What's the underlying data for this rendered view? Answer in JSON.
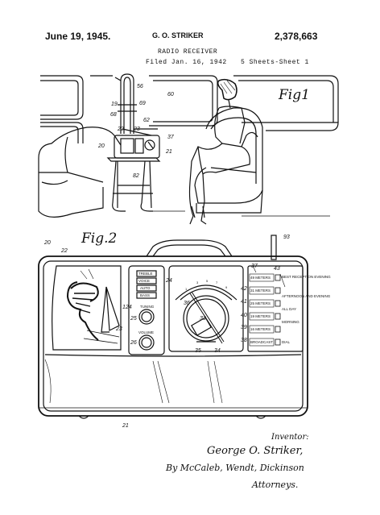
{
  "header": {
    "date": "June 19, 1945.",
    "inventor_name": "G. O. STRIKER",
    "patent_number": "2,378,663",
    "title": "RADIO RECEIVER",
    "filed": "Filed Jan. 16, 1942",
    "sheets": "5 Sheets-Sheet 1"
  },
  "figures": {
    "fig1_label": "Fig1",
    "fig2_label": "Fig.2"
  },
  "fig1_refs": [
    "56",
    "60",
    "19",
    "69",
    "68",
    "62",
    "22",
    "23",
    "37",
    "20",
    "21",
    "82"
  ],
  "fig2_refs": [
    "20",
    "22",
    "93",
    "37",
    "43",
    "24",
    "124",
    "25",
    "23",
    "26",
    "36",
    "33",
    "35",
    "34",
    "42",
    "41",
    "40",
    "39",
    "38",
    "21"
  ],
  "panel": {
    "controls": [
      "TREBLE",
      "VOICE",
      "AUTO",
      "BASS",
      "TUNING",
      "VOLUME"
    ],
    "bands": [
      "49 METERS",
      "31 METERS",
      "25 METERS",
      "19 METERS",
      "16 METERS",
      "BROADCAST"
    ],
    "times": [
      "BEST RECEPTION EVENING",
      "AFTERNOON AND EVENING",
      "ALL DAY",
      "MORNING",
      "DIAL"
    ]
  },
  "signature": {
    "inventor_label": "Inventor:",
    "inventor": "George O. Striker,",
    "by_line": "By McCaleb, Wendt, Dickinson",
    "attorneys": "Attorneys."
  }
}
